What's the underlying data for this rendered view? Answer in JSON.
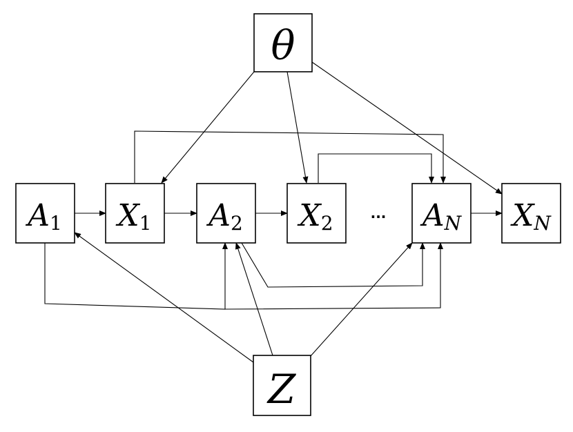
{
  "nodes": {
    "theta": {
      "label": "θ"
    },
    "a1": {
      "label": "A",
      "sub": "1"
    },
    "x1": {
      "label": "X",
      "sub": "1"
    },
    "a2": {
      "label": "A",
      "sub": "2"
    },
    "x2": {
      "label": "X",
      "sub": "2"
    },
    "an": {
      "label": "A",
      "sub": "N"
    },
    "xn": {
      "label": "X",
      "sub": "N"
    },
    "z": {
      "label": "Z"
    }
  },
  "ellipsis": "...",
  "edges": [
    {
      "from": "A_1",
      "to": "X_1"
    },
    {
      "from": "X_1",
      "to": "A_2"
    },
    {
      "from": "A_2",
      "to": "X_2"
    },
    {
      "from": "A_N",
      "to": "X_N"
    },
    {
      "from": "θ",
      "to": "X_1"
    },
    {
      "from": "θ",
      "to": "X_2"
    },
    {
      "from": "θ",
      "to": "X_N"
    },
    {
      "from": "X_1",
      "to": "A_N"
    },
    {
      "from": "X_2",
      "to": "A_N"
    },
    {
      "from": "A_2",
      "to": "A_N"
    },
    {
      "from": "A_1",
      "to": "A_2"
    },
    {
      "from": "A_1",
      "to": "A_N"
    },
    {
      "from": "Z",
      "to": "A_1"
    },
    {
      "from": "Z",
      "to": "A_2"
    },
    {
      "from": "Z",
      "to": "A_N"
    }
  ]
}
